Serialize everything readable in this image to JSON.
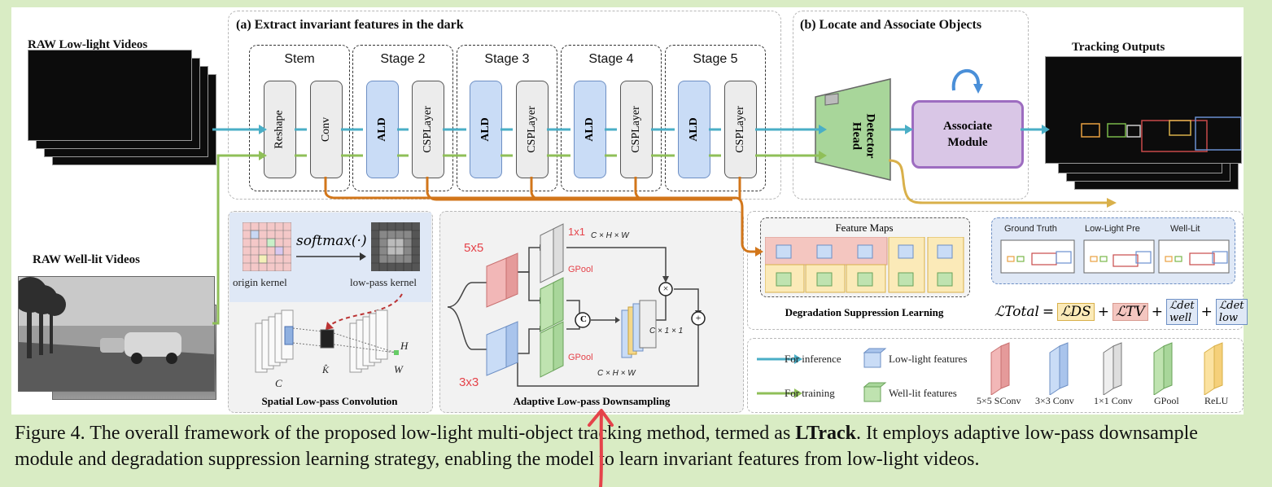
{
  "left": {
    "raw_low": "RAW Low-light Videos",
    "raw_well": "RAW Well-lit  Videos"
  },
  "panel_a": {
    "title": "(a) Extract invariant features in the dark",
    "stages": [
      "Stem",
      "Stage 2",
      "Stage 3",
      "Stage 4",
      "Stage 5"
    ],
    "stem_blocks": [
      "Reshape",
      "Conv"
    ],
    "ald": "ALD",
    "csp": "CSPLayer"
  },
  "panel_b": {
    "title": "(b) Locate and Associate Objects",
    "detector": [
      "Detector",
      "Head"
    ],
    "associate": [
      "Associate",
      "Module"
    ]
  },
  "tracking": {
    "title": "Tracking Outputs"
  },
  "slpc": {
    "softmax": "softmax(·)",
    "origin": "origin kernel",
    "lowpass": "low-pass kernel",
    "c": "C",
    "k": "K̂",
    "h": "H",
    "w": "W",
    "title": "Spatial Low-pass Convolution"
  },
  "alpd": {
    "k5": "5x5",
    "k3": "3x3",
    "one": "1x1",
    "gpool1": "GPool",
    "gpool2": "GPool",
    "chw1": "C × H × W",
    "c11": "C × 1 × 1",
    "chw2": "C × H × W",
    "concat": "C",
    "times": "×",
    "plus": "+",
    "title": "Adaptive Low-pass Downsampling"
  },
  "dsl": {
    "feature_maps": "Feature Maps",
    "title": "Degradation Suppression Learning",
    "gt": "Ground Truth",
    "lowpre": "Low-Light Pre",
    "welllit": "Well-Lit",
    "loss": {
      "total": "ℒTotal",
      "eq": "=",
      "ds": "ℒDS",
      "tv": "ℒTV",
      "well": "ℒdet well",
      "low": "ℒdet low",
      "plus": "+"
    }
  },
  "legend": {
    "inference": "For inference",
    "training": "For training",
    "low_feat": "Low-light features",
    "well_feat": "Well-lit features",
    "k5": "5×5 SConv",
    "k3": "3×3 Conv",
    "k1": "1×1 Conv",
    "gpool": "GPool",
    "relu": "ReLU"
  },
  "caption": {
    "prefix": "Figure 4. The overall framework of the proposed low-light multi-object tracking method, termed as ",
    "bold": "LTrack",
    "suffix": ". It employs adaptive low-pass downsample module and degradation suppression learning strategy, enabling the model to learn invariant features from low-light videos."
  },
  "colors": {
    "page_bg": "#d9ecc4",
    "inference": "#4aaec6",
    "training": "#8fbf58",
    "orange": "#d2761a",
    "gold": "#d9b04a",
    "blue_block": "#c9dcf6",
    "detector": "#a8d69a",
    "associate": "#d9c6e6",
    "annotation": "#e5434a"
  }
}
